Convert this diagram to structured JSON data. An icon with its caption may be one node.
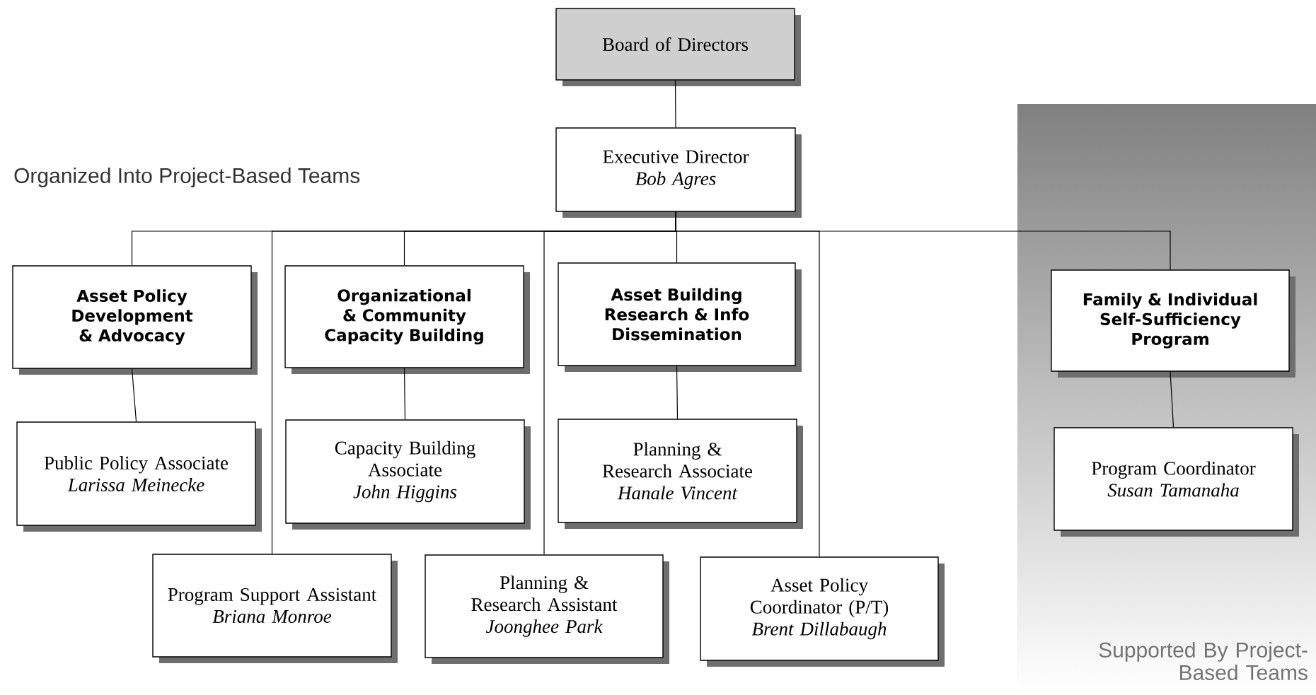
{
  "diagram": {
    "nodes": [
      {
        "text": [
          "Board of Directors"
        ]
      },
      {
        "text": [
          "Executive Director",
          "Bob Agres"
        ]
      },
      {
        "text": [
          "Asset Policy Development & Advocacy"
        ]
      },
      {
        "text": [
          "Organizational & Community Capacity Building"
        ]
      },
      {
        "text": [
          "Asset Building Research & Info Dissemination"
        ]
      },
      {
        "text": [
          "Supported By Project-Based Teams"
        ]
      },
      {
        "text": [
          "Family & Individual Self-Sufficiency Program"
        ],
        "in": 5
      },
      {
        "text": [
          "Public Policy Associate",
          "Larissa Meinecke"
        ]
      },
      {
        "text": [
          "Capacity Building Associate",
          "John Higgins"
        ]
      },
      {
        "text": [
          "Planning & Research Associate",
          "Hanale Vincent"
        ]
      },
      {
        "text": [
          "Program Coordinator",
          "Susan Tamanaha"
        ],
        "in": 5
      },
      {
        "text": [
          "Program Support Assistant",
          "Briana Monroe"
        ]
      },
      {
        "text": [
          "Planning & Research Assistant",
          "Joonghee Park"
        ]
      },
      {
        "text": [
          "Asset Policy Coordinator (P/T)",
          "Brent Dillabaugh"
        ]
      }
    ],
    "edges": [
      {
        "from": 0,
        "to": 1,
        "arrow": "none"
      },
      {
        "from": 1,
        "to": 2,
        "arrow": "none"
      },
      {
        "from": 1,
        "to": 11,
        "arrow": "none"
      },
      {
        "from": 1,
        "to": 3,
        "arrow": "none"
      },
      {
        "from": 1,
        "to": 12,
        "arrow": "none"
      },
      {
        "from": 1,
        "to": 4,
        "arrow": "none"
      },
      {
        "from": 1,
        "to": 13,
        "arrow": "none"
      },
      {
        "from": 1,
        "to": 6,
        "arrow": "none"
      },
      {
        "from": 2,
        "to": 7,
        "arrow": "none"
      },
      {
        "from": 3,
        "to": 8,
        "arrow": "none"
      },
      {
        "from": 4,
        "to": 9,
        "arrow": "none"
      },
      {
        "from": 6,
        "to": 10,
        "arrow": "none"
      }
    ],
    "labels": [
      "Organized Into Project-Based Teams"
    ]
  }
}
